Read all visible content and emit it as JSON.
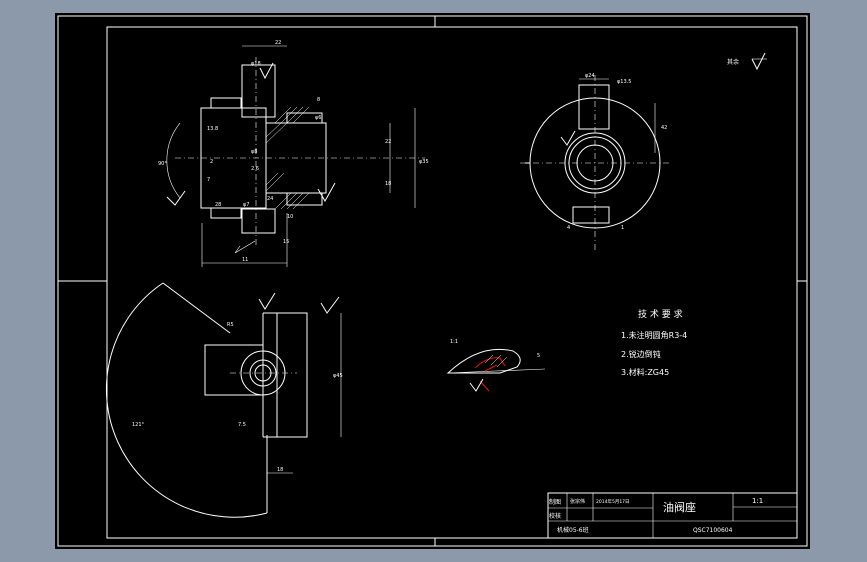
{
  "tech": {
    "title": "技 术 要 求",
    "items": [
      "1.未注明圆角R3-4",
      "2.锐边倒钝",
      "3.材料:ZG45"
    ]
  },
  "titleblock": {
    "part_name": "油阀座",
    "scale": "1:1",
    "drawing_no": "QSC7100604",
    "row_labels": [
      "制图",
      "校核"
    ],
    "drafter": "张宗伟",
    "date": "2014年5月17日",
    "school_class": "机械05-6班"
  },
  "roughness_note": "其余",
  "dims": {
    "view1": [
      "22",
      "φ18",
      "8",
      "13.8",
      "φ8",
      "2.6",
      "22",
      "φ35",
      "18",
      "11",
      "φ6",
      "2",
      "7",
      "28",
      "φ7",
      "24",
      "10",
      "15",
      "90°"
    ],
    "view2": [
      "φ24",
      "φ13.5",
      "42",
      "4",
      "1"
    ],
    "view3": [
      "121°",
      "R5",
      "7.5",
      "φ45",
      "18"
    ],
    "detail": [
      "1:1",
      "5"
    ]
  },
  "colors": {
    "frame": "#000000",
    "background": "#8c99ab",
    "line": "#ffffff",
    "accent": "#e11111"
  }
}
